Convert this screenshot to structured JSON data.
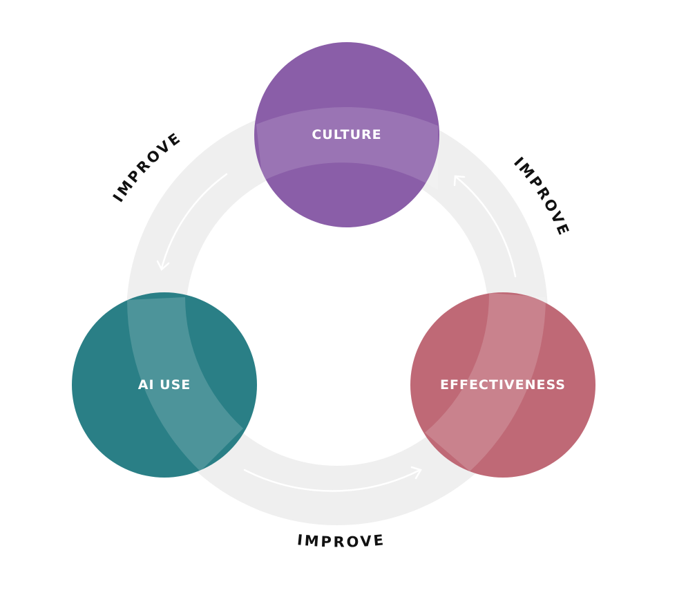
{
  "nodes": [
    {
      "id": "culture",
      "label": "CULTURE",
      "color": "#8a5ea8"
    },
    {
      "id": "ai-use",
      "label": "AI USE",
      "color": "#2a7f86"
    },
    {
      "id": "effectiveness",
      "label": "EFFECTIVENESS",
      "color": "#bf6976"
    }
  ],
  "ring_color": "#efefef",
  "arrow_color": "#ffffff",
  "cycle_labels": [
    "IMPROVE",
    "IMPROVE",
    "IMPROVE"
  ]
}
